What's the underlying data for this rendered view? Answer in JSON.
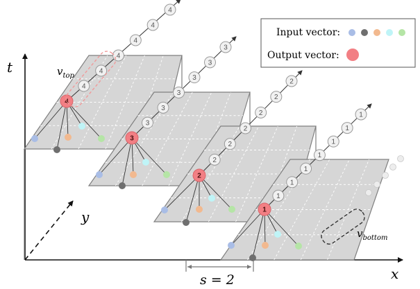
{
  "axes": {
    "t": "t",
    "x": "x",
    "y": "y"
  },
  "legend": {
    "input_label": "Input vector:",
    "output_label": "Output vector:",
    "input_colors": [
      "#a9bde6",
      "#6f6f6f",
      "#f2b98f",
      "#bff4f7",
      "#b5e5a6"
    ],
    "output_color": "#f27f84"
  },
  "annotations": {
    "v_top": "v",
    "v_top_sub": "top",
    "v_bottom": "v",
    "v_bottom_sub": "bottom",
    "stride_label": "s = 2"
  },
  "levels": [
    {
      "label": "4"
    },
    {
      "label": "3"
    },
    {
      "label": "2"
    },
    {
      "label": "1"
    }
  ],
  "colors": {
    "plane_fill": "#d6d6d6",
    "plane_edge": "#7f7f7f",
    "chain_node_fill": "#f1f1f1",
    "chain_node_stroke": "#9a9a9a",
    "axis": "#111111"
  }
}
